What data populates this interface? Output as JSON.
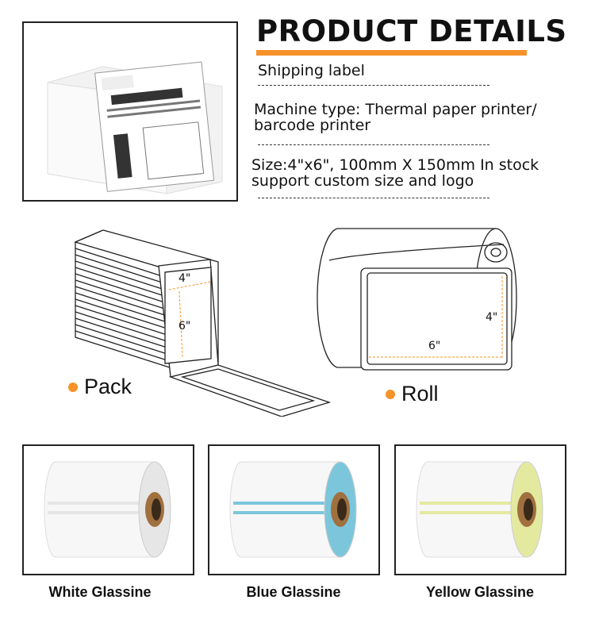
{
  "header": {
    "title": "PRODUCT DETAILS",
    "accent_color": "#f7922a"
  },
  "details": [
    "Shipping label",
    "Machine type: Thermal paper printer/",
    "barcode printer",
    "Size:4\"x6\", 100mm X 150mm In stock",
    "support custom size and logo"
  ],
  "diagrams": {
    "pack": {
      "label": "Pack",
      "width_mark": "4\"",
      "height_mark": "6\""
    },
    "roll": {
      "label": "Roll",
      "width_mark": "6\"",
      "height_mark": "4\""
    }
  },
  "variants": [
    {
      "label": "White Glassine",
      "edge_color": "#e6e6e6"
    },
    {
      "label": "Blue Glassine",
      "edge_color": "#7cc6dc"
    },
    {
      "label": "Yellow Glassine",
      "edge_color": "#e3eaa0"
    }
  ]
}
